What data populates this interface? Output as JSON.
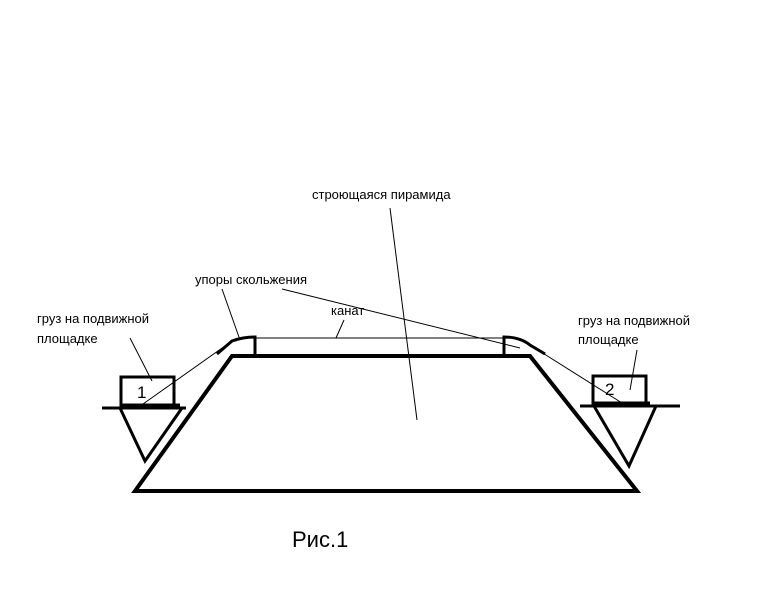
{
  "labels": {
    "pyramid": "строющаяся пирамида",
    "stops": "упоры скольжения",
    "rope": "канат",
    "left_load_line1": "груз на подвижной",
    "left_load_line2": "площадке",
    "right_load_line1": "груз на подвижной",
    "right_load_line2": "площадке",
    "load_left_number": "1",
    "load_right_number": "2"
  },
  "caption": "Рис.1"
}
